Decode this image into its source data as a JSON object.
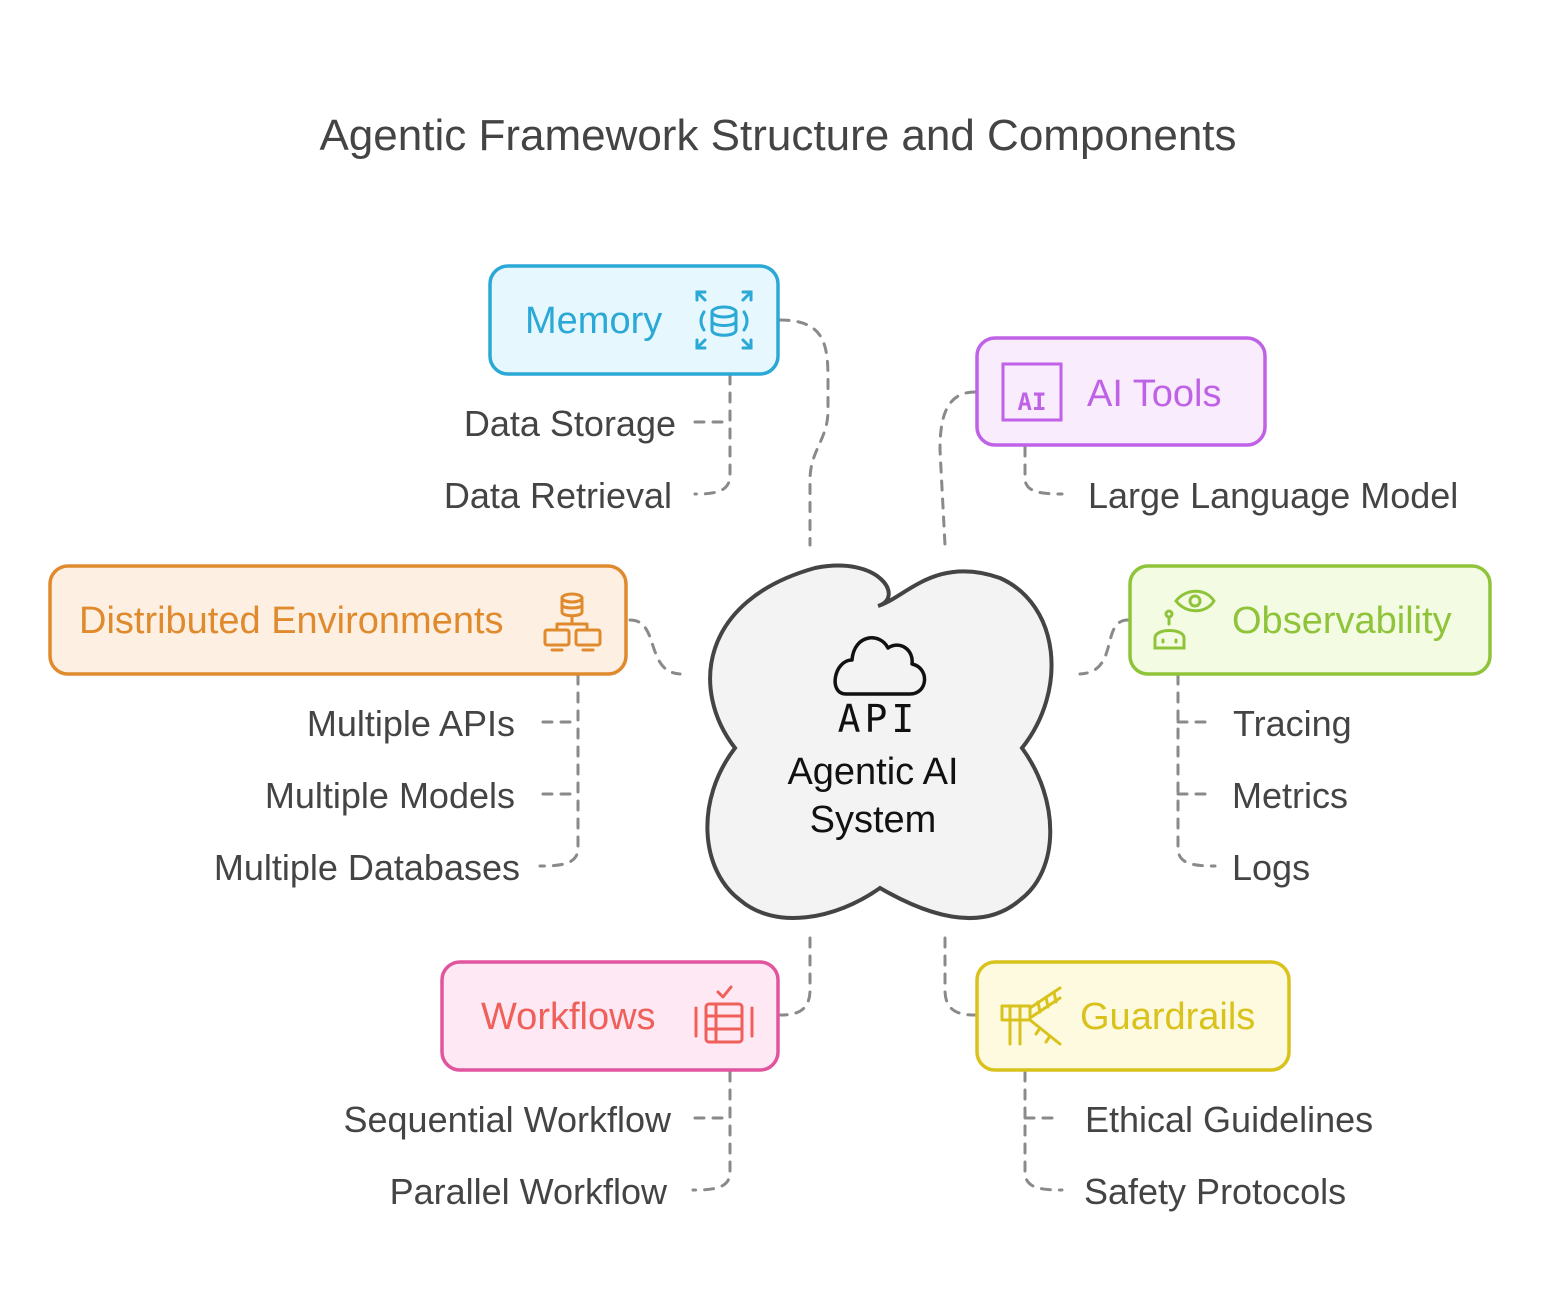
{
  "title": "Agentic Framework Structure and Components",
  "center": {
    "icon_text": "API",
    "line1": "Agentic AI",
    "line2": "System",
    "icon": "cloud-api-icon"
  },
  "nodes": {
    "memory": {
      "label": "Memory",
      "icon": "database-expand-icon",
      "color": "#2aa8d6",
      "fill": "#e6f7fd",
      "items": [
        "Data Storage",
        "Data Retrieval"
      ]
    },
    "ai_tools": {
      "label": "AI Tools",
      "icon": "ai-chip-icon",
      "color": "#c062e6",
      "fill": "#f8ecfd",
      "items": [
        "Large Language Model"
      ]
    },
    "distributed": {
      "label": "Distributed Environments",
      "icon": "database-network-icon",
      "color": "#e08a2e",
      "fill": "#fdf0e3",
      "items": [
        "Multiple APIs",
        "Multiple Models",
        "Multiple Databases"
      ]
    },
    "observability": {
      "label": "Observability",
      "icon": "robot-eye-icon",
      "color": "#8fc43a",
      "fill": "#f4fbe3",
      "items": [
        "Tracing",
        "Metrics",
        "Logs"
      ]
    },
    "workflows": {
      "label": "Workflows",
      "icon": "workflow-list-icon",
      "color": "#e0559e",
      "text_color": "#f0605a",
      "fill": "#fde8f3",
      "items": [
        "Sequential Workflow",
        "Parallel Workflow"
      ]
    },
    "guardrails": {
      "label": "Guardrails",
      "icon": "guardrail-barrier-icon",
      "color": "#d9c21c",
      "fill": "#fdfae0",
      "items": [
        "Ethical Guidelines",
        "Safety Protocols"
      ]
    }
  }
}
